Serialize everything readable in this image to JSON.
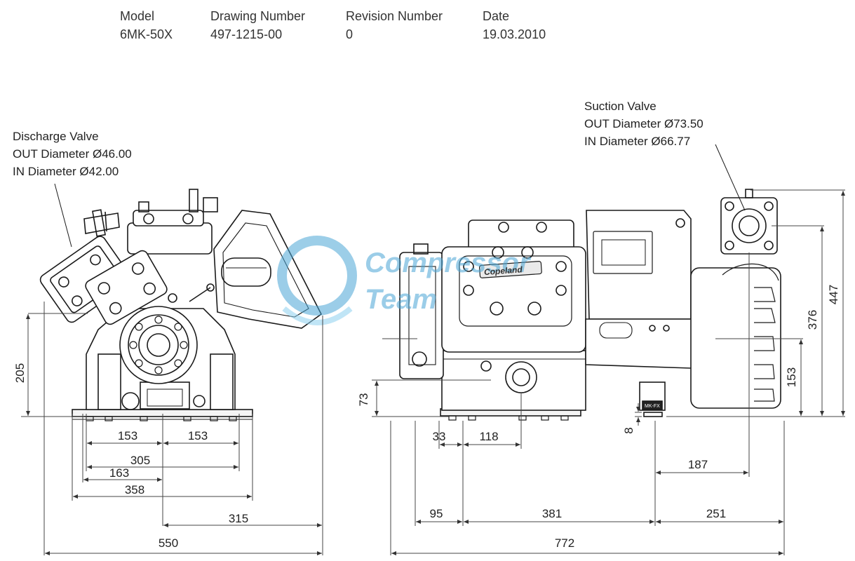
{
  "header": {
    "model_label": "Model",
    "model_value": "6MK-50X",
    "drawing_label": "Drawing Number",
    "drawing_value": "497-1215-00",
    "revision_label": "Revision Number",
    "revision_value": "0",
    "date_label": "Date",
    "date_value": "19.03.2010"
  },
  "discharge": {
    "title": "Discharge Valve",
    "out": "OUT Diameter Ø46.00",
    "in": "IN Diameter Ø42.00"
  },
  "suction": {
    "title": "Suction Valve",
    "out": "OUT Diameter Ø73.50",
    "in": "IN Diameter Ø66.77"
  },
  "watermark": {
    "line1": "Compressor",
    "line2": "Team"
  },
  "dims_front": {
    "h205": "205",
    "w153a": "153",
    "w153b": "153",
    "w305": "305",
    "w163": "163",
    "w358": "358",
    "w315": "315",
    "w550": "550"
  },
  "dims_side": {
    "h73": "73",
    "h8": "8",
    "h153": "153",
    "h376": "376",
    "h447": "447",
    "w33": "33",
    "w118": "118",
    "w187": "187",
    "w95": "95",
    "w381": "381",
    "w251": "251",
    "w772": "772"
  },
  "nameplate": {
    "brand": "Copeland",
    "tag": "MK-FX"
  },
  "colors": {
    "line": "#1a1a1a",
    "dim": "#444444",
    "watermark": "#4aa6d6"
  }
}
